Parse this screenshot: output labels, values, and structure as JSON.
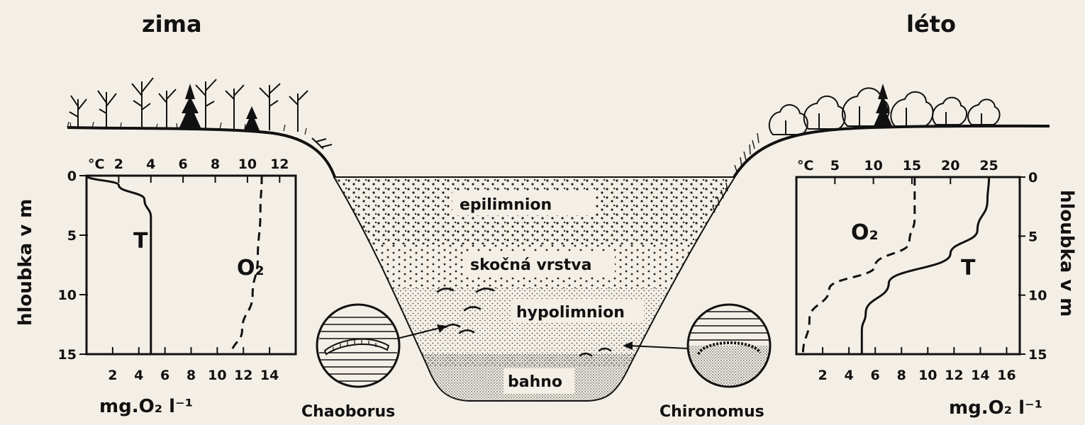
{
  "seasons": {
    "winter": "zima",
    "summer": "léto"
  },
  "layers": {
    "epilimnion": "epilimnion",
    "thermocline": "skočná vrstva",
    "hypolimnion": "hypolimnion",
    "sediment": "bahno"
  },
  "organisms": {
    "left": "Chaoborus",
    "right": "Chironomus"
  },
  "winter_chart": {
    "temp_unit": "°C",
    "temp_ticks": [
      "2",
      "4",
      "6",
      "8",
      "10",
      "12"
    ],
    "oxygen_ticks": [
      "2",
      "4",
      "6",
      "8",
      "10",
      "12",
      "14"
    ],
    "oxygen_unit": "mg.O₂ l⁻¹",
    "depth_ticks": [
      "0",
      "5",
      "10",
      "15"
    ],
    "depth_label": "hloubka v m",
    "temperature_label": "T",
    "oxygen_label": "O₂"
  },
  "summer_chart": {
    "temp_unit": "°C",
    "temp_ticks": [
      "5",
      "10",
      "15",
      "20",
      "25"
    ],
    "oxygen_ticks": [
      "2",
      "4",
      "6",
      "8",
      "10",
      "12",
      "14",
      "16"
    ],
    "oxygen_unit": "mg.O₂ l⁻¹",
    "depth_ticks": [
      "0",
      "5",
      "10",
      "15"
    ],
    "depth_label": "hloubka v m",
    "temperature_label": "T",
    "oxygen_label": "O₂"
  },
  "chart_data": [
    {
      "type": "line",
      "title": "zima",
      "ylabel": "hloubka v m",
      "ylim": [
        0,
        15
      ],
      "y_inverted": true,
      "x_top": {
        "label": "°C",
        "lim": [
          0,
          13
        ]
      },
      "x_bottom": {
        "label": "mg.O₂ l⁻¹",
        "lim": [
          0,
          16
        ]
      },
      "series": [
        {
          "name": "T",
          "axis": "top",
          "style": "solid",
          "x": [
            0,
            2.0,
            3.6,
            4.0,
            4.0,
            4.0
          ],
          "y": [
            0,
            0.8,
            2.0,
            3.5,
            10,
            15
          ]
        },
        {
          "name": "O₂",
          "axis": "bottom",
          "style": "dashed",
          "x": [
            13.4,
            13.3,
            13.1,
            12.7,
            11.9,
            11.1
          ],
          "y": [
            0,
            3,
            7,
            10,
            13,
            15
          ]
        }
      ]
    },
    {
      "type": "line",
      "title": "léto",
      "ylabel": "hloubka v m",
      "ylim": [
        0,
        15
      ],
      "y_inverted": true,
      "x_top": {
        "label": "°C",
        "lim": [
          0,
          29
        ]
      },
      "x_bottom": {
        "label": "mg.O₂ l⁻¹",
        "lim": [
          0,
          17
        ]
      },
      "series": [
        {
          "name": "T",
          "axis": "top",
          "style": "solid",
          "x": [
            25,
            24.8,
            23.5,
            20,
            12,
            9,
            8.5,
            8.5
          ],
          "y": [
            0,
            2,
            4.5,
            6.5,
            9,
            11.5,
            13,
            15
          ]
        },
        {
          "name": "O₂",
          "axis": "bottom",
          "style": "dashed",
          "x": [
            9.0,
            9.0,
            8.6,
            6.0,
            2.5,
            1.0,
            0.5
          ],
          "y": [
            0,
            3.5,
            5.5,
            7.5,
            9.5,
            12,
            15
          ]
        }
      ]
    }
  ]
}
